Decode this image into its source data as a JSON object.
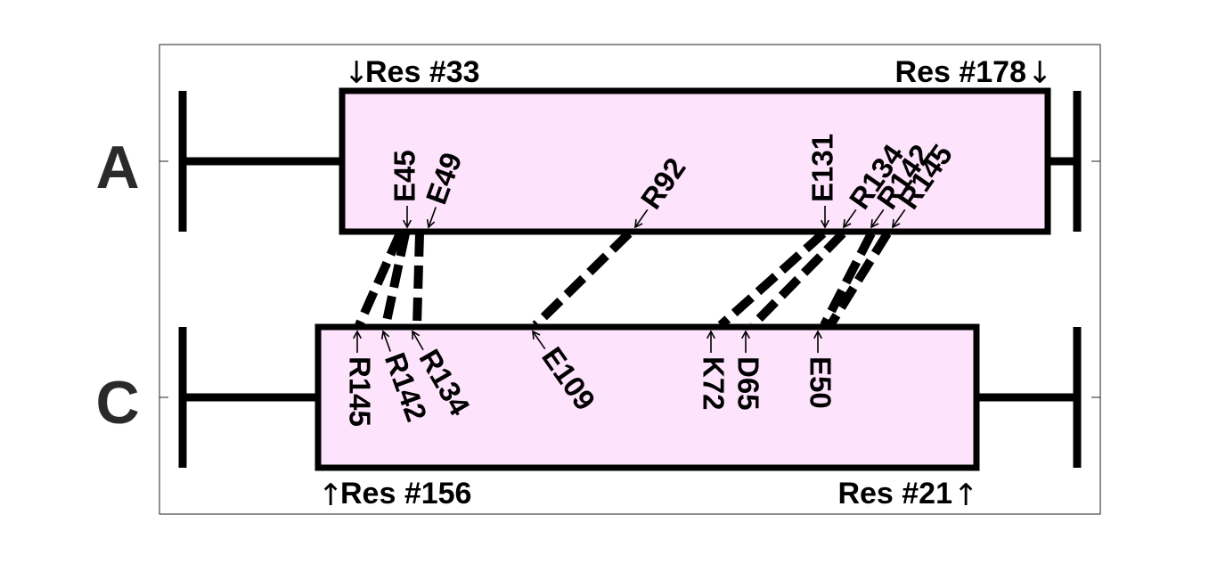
{
  "chains": {
    "top": {
      "label": "A",
      "color": "#fde3fb",
      "start_label": "Res #33",
      "end_label": "Res #178",
      "start_arrow": "↓",
      "end_arrow": "↓",
      "sites": [
        "E45",
        "E49",
        "R92",
        "E131",
        "R134",
        "R142",
        "R145"
      ]
    },
    "bottom": {
      "label": "C",
      "color": "#fde3fb",
      "start_label": "Res #156",
      "end_label": "Res #21",
      "start_arrow": "↑",
      "end_arrow": "↑",
      "sites": [
        "R145",
        "R142",
        "R134",
        "E109",
        "K72",
        "D65",
        "E50"
      ]
    }
  },
  "links": [
    {
      "from": "E45",
      "to": "R145"
    },
    {
      "from": "E45",
      "to": "R142"
    },
    {
      "from": "E49",
      "to": "R134"
    },
    {
      "from": "R92",
      "to": "E109"
    },
    {
      "from": "E131",
      "to": "K72"
    },
    {
      "from": "R134",
      "to": "D65"
    },
    {
      "from": "R142",
      "to": "E50"
    },
    {
      "from": "R145",
      "to": "E50"
    }
  ],
  "colors": {
    "domain_fill": "#fde3fb",
    "line": "#000000"
  }
}
